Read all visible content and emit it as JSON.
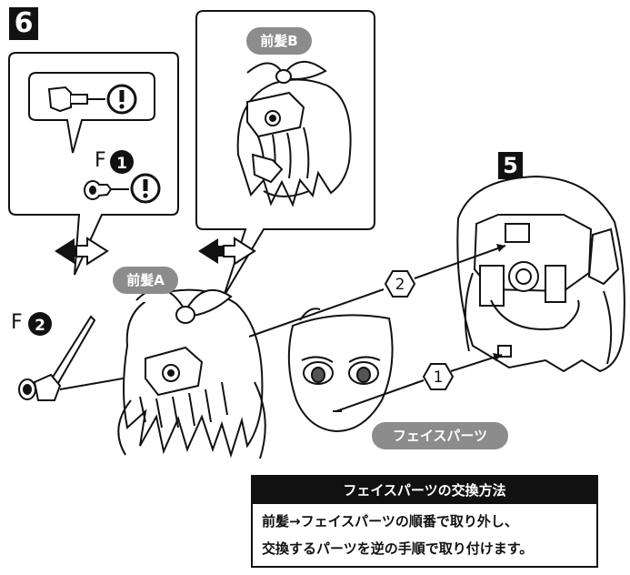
{
  "step_current": "6",
  "step_reference": "5",
  "labels": {
    "front_hair_a": "前髪A",
    "front_hair_b": "前髪B",
    "face_parts": "フェイスパーツ",
    "part_f": "F",
    "part_f1_number": "1",
    "part_f2_number": "2",
    "order_1": "1",
    "order_2": "2"
  },
  "note": {
    "title": "フェイスパーツの交換方法",
    "line1": "前髪→フェイスパーツの順番で取り外し、",
    "line2": "交換するパーツを逆の手順で取り付けます。"
  },
  "icons": [
    "caution-icon",
    "swap-arrow-icon",
    "circled-number-icon"
  ]
}
